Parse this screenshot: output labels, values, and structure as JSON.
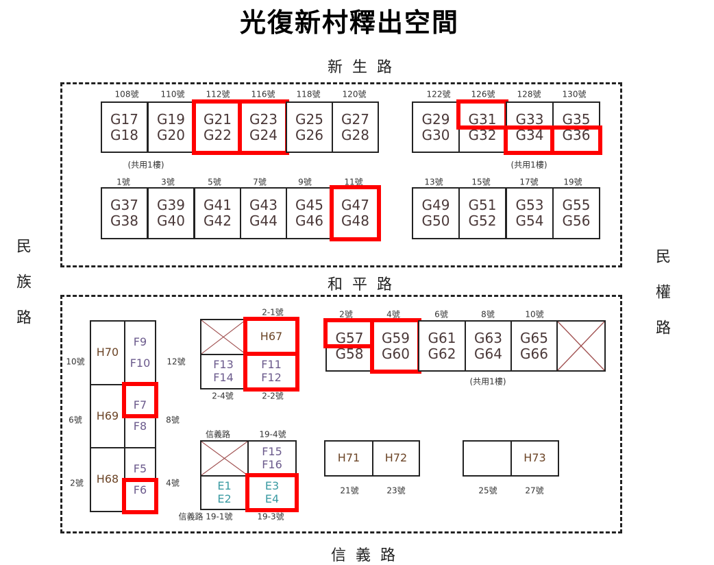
{
  "title": "光復新村釋出空間",
  "roads": {
    "north": "新生路",
    "middle": "和平路",
    "south": "信義路",
    "west": "民族路",
    "east": "民權路"
  },
  "colors": {
    "G": "#4a3838",
    "F": "#6b5a8c",
    "H": "#6b4426",
    "E": "#3a9aa2",
    "highlight": "#ff0000",
    "cross": "#a05050"
  },
  "labels": [
    "108號",
    "110號",
    "112號",
    "116號",
    "118號",
    "120號",
    "(共用1樓)",
    "1號",
    "3號",
    "5號",
    "7號",
    "9號",
    "11號",
    "122號",
    "126號",
    "128號",
    "130號",
    "(共用1樓)",
    "13號",
    "15號",
    "17號",
    "19號",
    "10號",
    "6號",
    "2號",
    "12號",
    "8號",
    "4號",
    "2-1號",
    "2-4號",
    "2-2號",
    "信義路",
    "19-4號",
    "信義路 19-1號",
    "19-3號",
    "2號",
    "4號",
    "6號",
    "8號",
    "10號",
    "(共用1樓)",
    "21號",
    "23號",
    "25號",
    "27號"
  ],
  "cells": {
    "north_row1": [
      {
        "labels": [
          "G17",
          "G18"
        ],
        "released": []
      },
      {
        "labels": [
          "G19",
          "G20"
        ],
        "released": []
      },
      {
        "labels": [
          "G21",
          "G22"
        ],
        "released": [
          "G21",
          "G22"
        ]
      },
      {
        "labels": [
          "G23",
          "G24"
        ],
        "released": [
          "G23",
          "G24"
        ]
      },
      {
        "labels": [
          "G25",
          "G26"
        ],
        "released": []
      },
      {
        "labels": [
          "G27",
          "G28"
        ],
        "released": []
      }
    ],
    "north_row2": [
      {
        "labels": [
          "G37",
          "G38"
        ],
        "released": []
      },
      {
        "labels": [
          "G39",
          "G40"
        ],
        "released": []
      },
      {
        "labels": [
          "G41",
          "G42"
        ],
        "released": []
      },
      {
        "labels": [
          "G43",
          "G44"
        ],
        "released": []
      },
      {
        "labels": [
          "G45",
          "G46"
        ],
        "released": []
      },
      {
        "labels": [
          "G47",
          "G48"
        ],
        "released": [
          "G47",
          "G48"
        ]
      }
    ],
    "ne_row1": [
      {
        "labels": [
          "G29",
          "G30"
        ],
        "released": []
      },
      {
        "labels": [
          "G31",
          "G32"
        ],
        "released": [
          "G31"
        ]
      },
      {
        "labels": [
          "G33",
          "G34"
        ],
        "released": [
          "G34"
        ]
      },
      {
        "labels": [
          "G35",
          "G36"
        ],
        "released": [
          "G36"
        ]
      }
    ],
    "ne_row2": [
      {
        "labels": [
          "G49",
          "G50"
        ],
        "released": []
      },
      {
        "labels": [
          "G51",
          "G52"
        ],
        "released": []
      },
      {
        "labels": [
          "G53",
          "G54"
        ],
        "released": []
      },
      {
        "labels": [
          "G55",
          "G56"
        ],
        "released": []
      }
    ],
    "west_col": [
      {
        "labels": [
          "H70"
        ],
        "released": []
      },
      {
        "labels": [
          "H69"
        ],
        "released": []
      },
      {
        "labels": [
          "H68"
        ],
        "released": []
      },
      {
        "labels": [
          "F9",
          "F10"
        ],
        "released": []
      },
      {
        "labels": [
          "F7",
          "F8"
        ],
        "released": [
          "F7"
        ]
      },
      {
        "labels": [
          "F5",
          "F6"
        ],
        "released": [
          "F6"
        ]
      }
    ],
    "mid_top": [
      {
        "labels": [],
        "crossed": true,
        "released": []
      },
      {
        "labels": [
          "H67"
        ],
        "released": [
          "H67"
        ]
      },
      {
        "labels": [
          "F13",
          "F14"
        ],
        "released": []
      },
      {
        "labels": [
          "F11",
          "F12"
        ],
        "released": [
          "F11",
          "F12"
        ]
      }
    ],
    "mid_bot": [
      {
        "labels": [],
        "crossed": true,
        "released": []
      },
      {
        "labels": [
          "F15",
          "F16"
        ],
        "released": []
      },
      {
        "labels": [
          "E1",
          "E2"
        ],
        "released": []
      },
      {
        "labels": [
          "E3",
          "E4"
        ],
        "released": [
          "E3",
          "E4"
        ]
      }
    ],
    "se_row": [
      {
        "labels": [
          "G57",
          "G58"
        ],
        "released": [
          "G57"
        ]
      },
      {
        "labels": [
          "G59",
          "G60"
        ],
        "released": [
          "G59",
          "G60"
        ]
      },
      {
        "labels": [
          "G61",
          "G62"
        ],
        "released": []
      },
      {
        "labels": [
          "G63",
          "G64"
        ],
        "released": []
      },
      {
        "labels": [
          "G65",
          "G66"
        ],
        "released": []
      },
      {
        "labels": [],
        "crossed": true,
        "released": []
      }
    ],
    "south_small": [
      {
        "labels": [
          "H71"
        ],
        "released": []
      },
      {
        "labels": [
          "H72"
        ],
        "released": []
      },
      {
        "labels": [],
        "released": []
      },
      {
        "labels": [
          "H73"
        ],
        "released": []
      }
    ]
  }
}
